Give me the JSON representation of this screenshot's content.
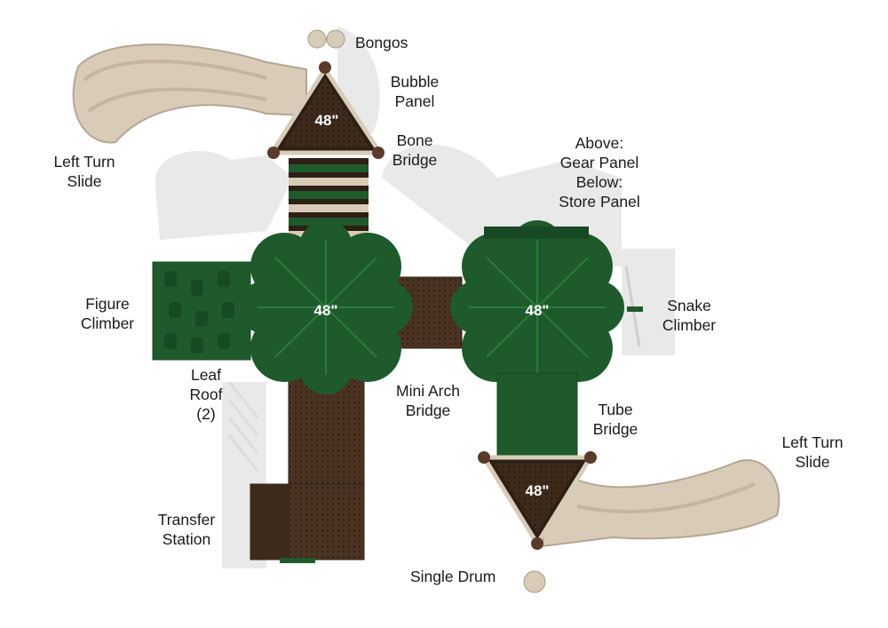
{
  "deck_heights": {
    "top_roof": "48\"",
    "left_deck": "48\"",
    "right_deck": "48\"",
    "bottom_roof": "48\""
  },
  "labels": {
    "bongos": "Bongos",
    "bubble_panel": [
      "Bubble",
      "Panel"
    ],
    "bone_bridge": [
      "Bone",
      "Bridge"
    ],
    "left_turn_slide_top": [
      "Left Turn",
      "Slide"
    ],
    "above_below": [
      "Above:",
      "Gear Panel",
      "Below:",
      "Store Panel"
    ],
    "figure_climber": [
      "Figure",
      "Climber"
    ],
    "snake_climber": [
      "Snake",
      "Climber"
    ],
    "leaf_roof": [
      "Leaf",
      "Roof",
      "(2)"
    ],
    "mini_arch_bridge": [
      "Mini Arch",
      "Bridge"
    ],
    "tube_bridge": [
      "Tube",
      "Bridge"
    ],
    "left_turn_slide_bottom": [
      "Left Turn",
      "Slide"
    ],
    "transfer_station": [
      "Transfer",
      "Station"
    ],
    "single_drum": "Single Drum"
  },
  "colors": {
    "green": "#1e5a2c",
    "green_light": "#2c7a3d",
    "brown": "#4a3322",
    "brown_dark": "#2e1f14",
    "tan": "#d8cbb8",
    "tan_dark": "#b5a692",
    "shadow": "#e6e6e6"
  }
}
